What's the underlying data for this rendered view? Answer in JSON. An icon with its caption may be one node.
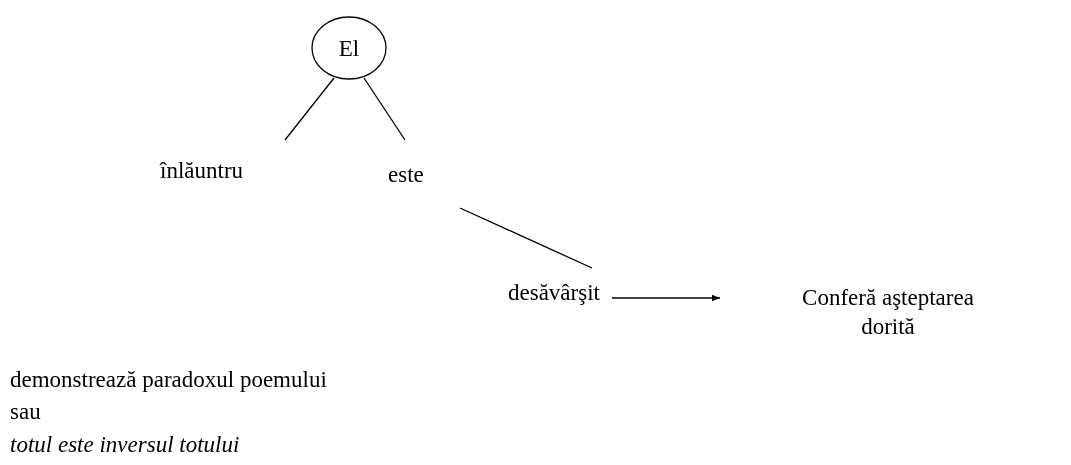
{
  "diagram": {
    "nodes": [
      {
        "text": [
          "El"
        ]
      },
      {
        "text": [
          "înlăuntru"
        ]
      },
      {
        "text": [
          "este"
        ]
      },
      {
        "text": [
          "desăvârşit"
        ]
      },
      {
        "text": [
          "Conferă aşteptarea dorită"
        ]
      }
    ],
    "edges": [
      {
        "from": 0,
        "to": 1,
        "arrow": "none"
      },
      {
        "from": 0,
        "to": 2,
        "arrow": "none"
      },
      {
        "from": 2,
        "to": 3,
        "arrow": "none"
      },
      {
        "from": 3,
        "to": 4,
        "arrow": "to"
      }
    ],
    "labels": [
      "demonstrează paradoxul poemului",
      "sau",
      "totul este inversul totului"
    ]
  }
}
